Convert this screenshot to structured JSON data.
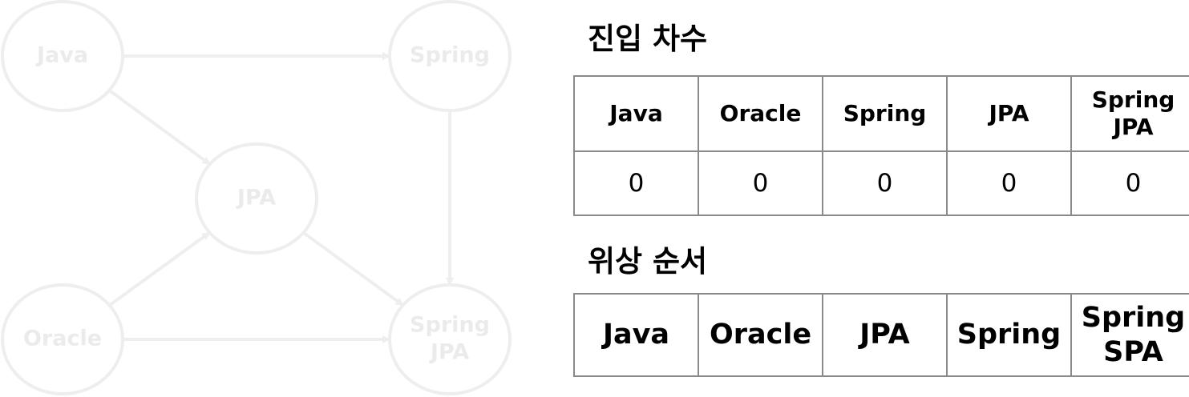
{
  "colors": {
    "node_stroke": "#eeeeee",
    "node_text": "#ebebeb",
    "edge": "#eeeeee",
    "table_border": "#8a8a8a",
    "text": "#000000"
  },
  "graph": {
    "nodes": [
      {
        "id": "java",
        "label": "Java"
      },
      {
        "id": "spring",
        "label": "Spring"
      },
      {
        "id": "jpa",
        "label": "JPA"
      },
      {
        "id": "oracle",
        "label": "Oracle"
      },
      {
        "id": "springjpa",
        "label": "Spring\nJPA"
      }
    ],
    "edges": [
      {
        "from": "java",
        "to": "spring"
      },
      {
        "from": "java",
        "to": "jpa"
      },
      {
        "from": "oracle",
        "to": "jpa"
      },
      {
        "from": "oracle",
        "to": "springjpa"
      },
      {
        "from": "jpa",
        "to": "springjpa"
      },
      {
        "from": "spring",
        "to": "springjpa"
      }
    ]
  },
  "indegree": {
    "title": "진입 차수",
    "headers": [
      "Java",
      "Oracle",
      "Spring",
      "JPA",
      "Spring\nJPA"
    ],
    "values": [
      "0",
      "0",
      "0",
      "0",
      "0"
    ]
  },
  "topological_order": {
    "title": "위상 순서",
    "items": [
      "Java",
      "Oracle",
      "JPA",
      "Spring",
      "Spring\nSPA"
    ]
  }
}
